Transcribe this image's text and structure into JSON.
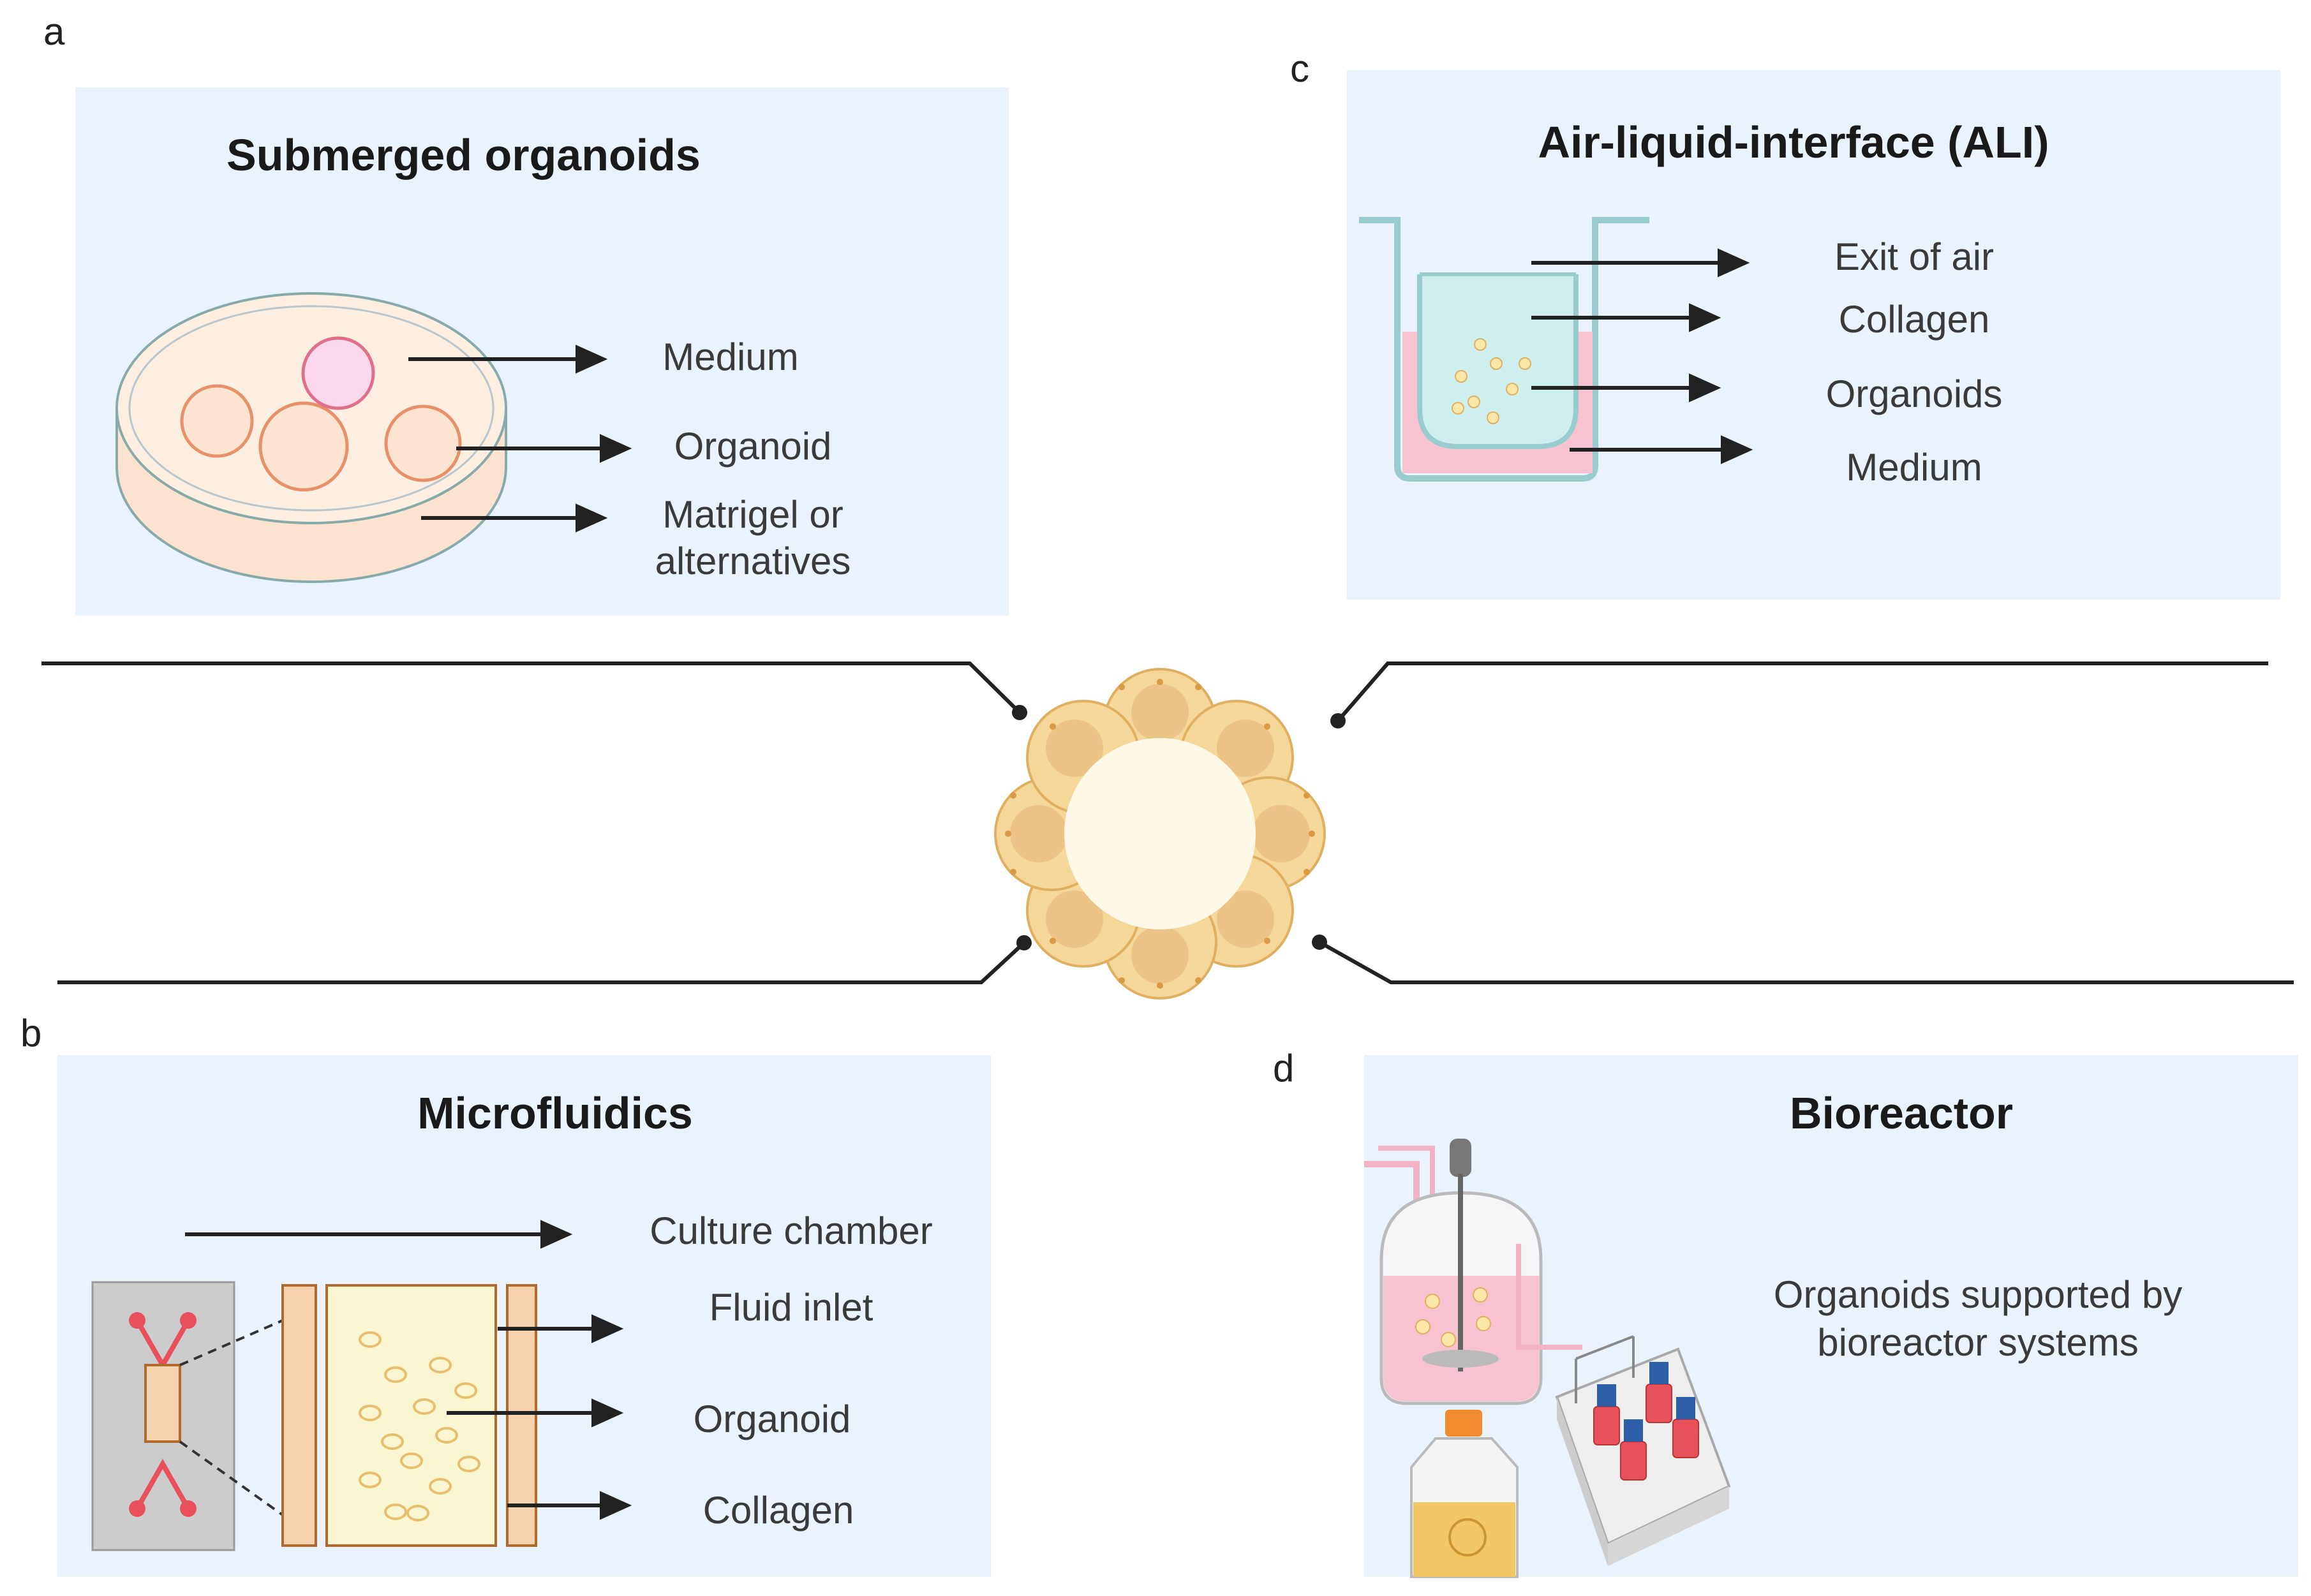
{
  "panels": {
    "a": {
      "letter": "a",
      "title": "Submerged organoids",
      "labels": {
        "medium": "Medium",
        "organoid": "Organoid",
        "matrigel_line1": "Matrigel or",
        "matrigel_line2": "alternatives"
      }
    },
    "b": {
      "letter": "b",
      "title": "Microfluidics",
      "labels": {
        "culture_chamber": "Culture chamber",
        "fluid_inlet": "Fluid inlet",
        "organoid": "Organoid",
        "collagen": "Collagen"
      }
    },
    "c": {
      "letter": "c",
      "title": "Air-liquid-interface (ALI)",
      "labels": {
        "exit_of_air": "Exit of air",
        "collagen": "Collagen",
        "organoids": "Organoids",
        "medium": "Medium"
      }
    },
    "d": {
      "letter": "d",
      "title": "Bioreactor",
      "labels": {
        "line1": "Organoids supported by",
        "line2": "bioreactor systems"
      }
    }
  },
  "colors": {
    "panel_bg": "#eaf2fc",
    "organoid_fill": "#fdf3dc",
    "organoid_bud": "#f0c98a",
    "dish_fill": "#fbe3d0",
    "medium_pink": "#f7c3d0",
    "collagen_cyan": "#cfeeee",
    "chip_grey": "#cccccc",
    "chip_red": "#e8505b",
    "chamber_fill": "#fbf6d2",
    "membrane_fill": "#f6d2ae"
  },
  "icons": [
    "petri-dish-icon",
    "transwell-insert-icon",
    "microfluidic-chip-icon",
    "bioreactor-vessel-icon",
    "culture-flask-icon",
    "bioreactor-rack-icon",
    "central-organoid-icon"
  ]
}
